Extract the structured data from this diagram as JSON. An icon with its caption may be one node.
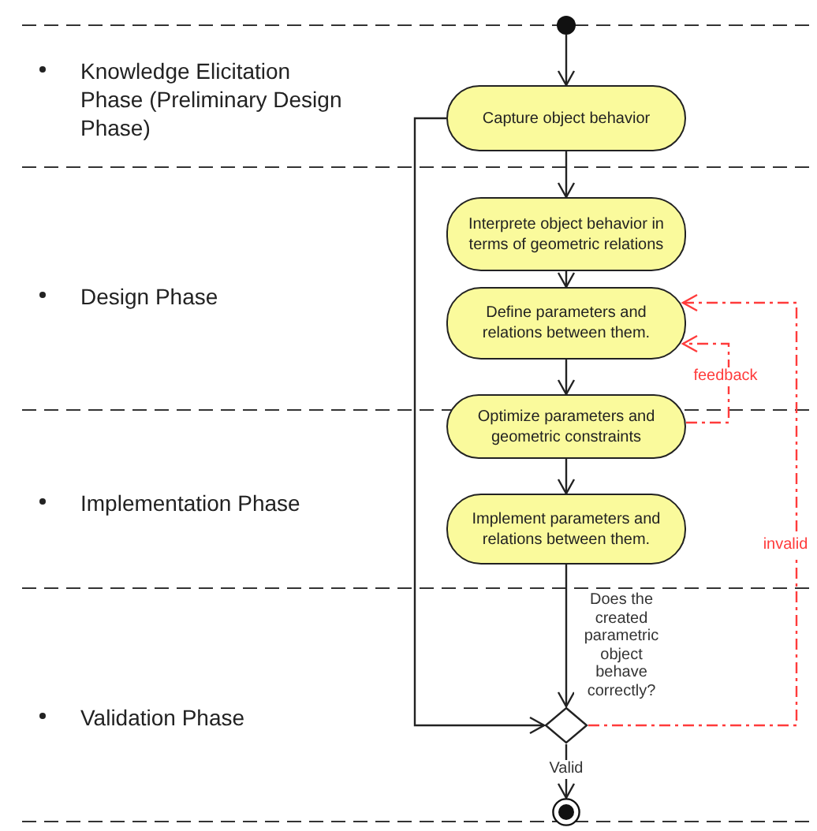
{
  "diagram": {
    "nodes": [
      {
        "text": [],
        "shape": "circle"
      },
      {
        "text": [
          "Capture object behavior"
        ]
      },
      {
        "text": [
          "Interprete object behavior in terms of geometric relations"
        ]
      },
      {
        "text": [
          "Define parameters and relations between them."
        ]
      },
      {
        "text": [
          "Optimize parameters and geometric constraints"
        ]
      },
      {
        "text": [
          "Implement parameters and relations between them."
        ]
      },
      {
        "text": [],
        "shape": "diamond"
      },
      {
        "text": [],
        "shape": "circle"
      }
    ],
    "edges": [
      {
        "from": 0,
        "to": 1,
        "arrow": "to"
      },
      {
        "from": 1,
        "to": 2,
        "arrow": "to"
      },
      {
        "from": 2,
        "to": 3,
        "arrow": "to"
      },
      {
        "from": 3,
        "to": 4,
        "arrow": "to"
      },
      {
        "from": 4,
        "to": 5,
        "arrow": "to"
      },
      {
        "from": 5,
        "to": 6,
        "arrow": "to",
        "label": "Does the created parametric object behave correctly?"
      },
      {
        "from": 1,
        "to": 6,
        "arrow": "to"
      },
      {
        "from": 6,
        "to": 7,
        "arrow": "to",
        "label": "Valid"
      },
      {
        "from": 4,
        "to": 3,
        "arrow": "to",
        "label": "feedback",
        "style": "dashed",
        "color": "#ff3b3b"
      },
      {
        "from": 6,
        "to": 3,
        "arrow": "to",
        "label": "invalid",
        "style": "dashed",
        "color": "#ff3b3b"
      }
    ],
    "labels": [
      "Knowledge Elicitation Phase (Preliminary Design Phase)",
      "Design Phase",
      "Implementation Phase",
      "Validation Phase"
    ]
  }
}
